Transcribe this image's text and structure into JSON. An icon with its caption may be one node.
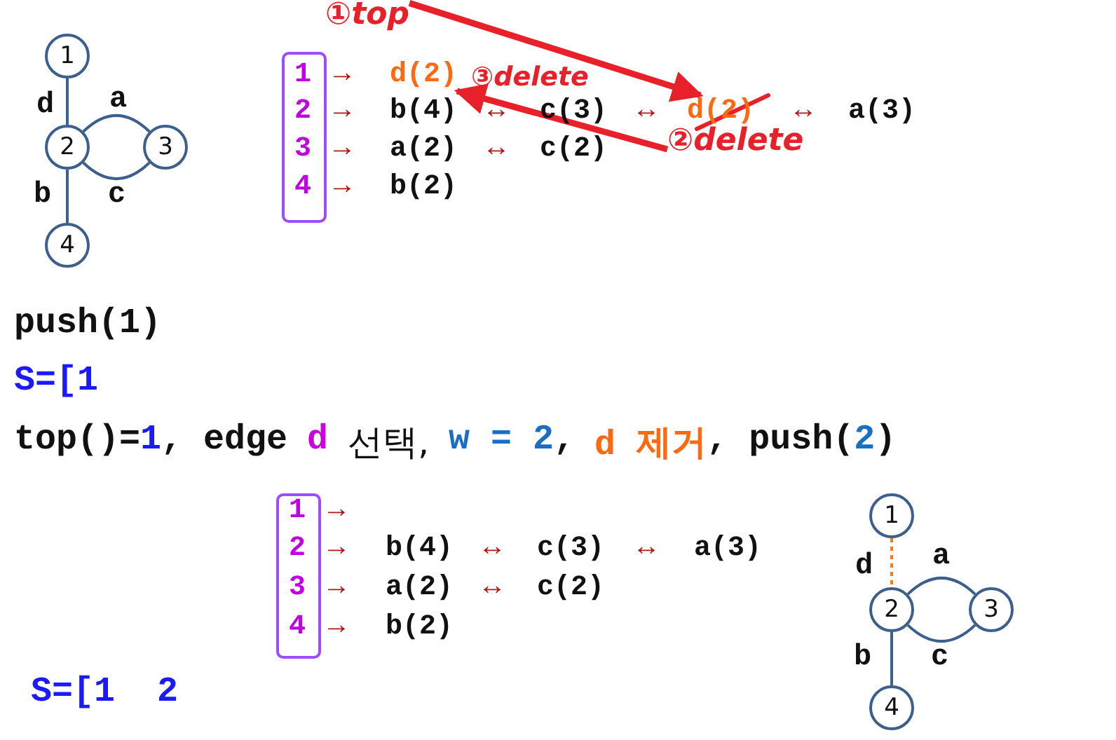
{
  "diagram": {
    "nodes": [
      {
        "text": [
          "1"
        ]
      },
      {
        "text": [
          "2"
        ]
      },
      {
        "text": [
          "3"
        ]
      },
      {
        "text": [
          "4"
        ]
      },
      {
        "text": [
          "①top"
        ]
      },
      {
        "text": [
          "d(2)"
        ]
      },
      {
        "text": [
          "d(2)"
        ]
      },
      {
        "text": [
          "②delete"
        ]
      },
      {
        "text": [
          "③delete"
        ]
      },
      {
        "text": [
          "1"
        ]
      },
      {
        "text": [
          "2"
        ]
      },
      {
        "text": [
          "3"
        ]
      },
      {
        "text": [
          "4"
        ]
      }
    ],
    "edges": [
      {
        "from": 0,
        "to": 1,
        "arrow": "none",
        "label": "d"
      },
      {
        "from": 1,
        "to": 2,
        "arrow": "none",
        "label": "a"
      },
      {
        "from": 1,
        "to": 2,
        "arrow": "none",
        "label": "c"
      },
      {
        "from": 1,
        "to": 3,
        "arrow": "none",
        "label": "b"
      },
      {
        "from": 4,
        "to": 6,
        "arrow": "to",
        "style": "thick",
        "color": "#e8202a"
      },
      {
        "from": 7,
        "to": 5,
        "arrow": "to",
        "style": "thick",
        "color": "#e8202a"
      },
      {
        "from": 9,
        "to": 10,
        "arrow": "none",
        "label": "d",
        "style": "dashed",
        "color": "#f47a20"
      },
      {
        "from": 10,
        "to": 11,
        "arrow": "none",
        "label": "a"
      },
      {
        "from": 10,
        "to": 11,
        "arrow": "none",
        "label": "c"
      },
      {
        "from": 10,
        "to": 12,
        "arrow": "none",
        "label": "b"
      }
    ],
    "labels": [
      "1",
      "→",
      "2",
      "→",
      "b(4)",
      "↔",
      "c(3)",
      "↔",
      "↔",
      "a(3)",
      "3",
      "→",
      "a(2)",
      "↔",
      "c(2)",
      "4",
      "→",
      "b(2)",
      "push(1)",
      "S=[1",
      "top()=",
      "1",
      ", edge",
      "d",
      "선택,",
      "w = 2",
      ",",
      "d 제거",
      ", push(",
      "2",
      ")",
      "1",
      "→",
      "2",
      "→",
      "b(4)",
      "↔",
      "c(3)",
      "↔",
      "a(3)",
      "3",
      "→",
      "a(2)",
      "↔",
      "c(2)",
      "4",
      "→",
      "b(2)",
      "S=[1  2"
    ]
  }
}
